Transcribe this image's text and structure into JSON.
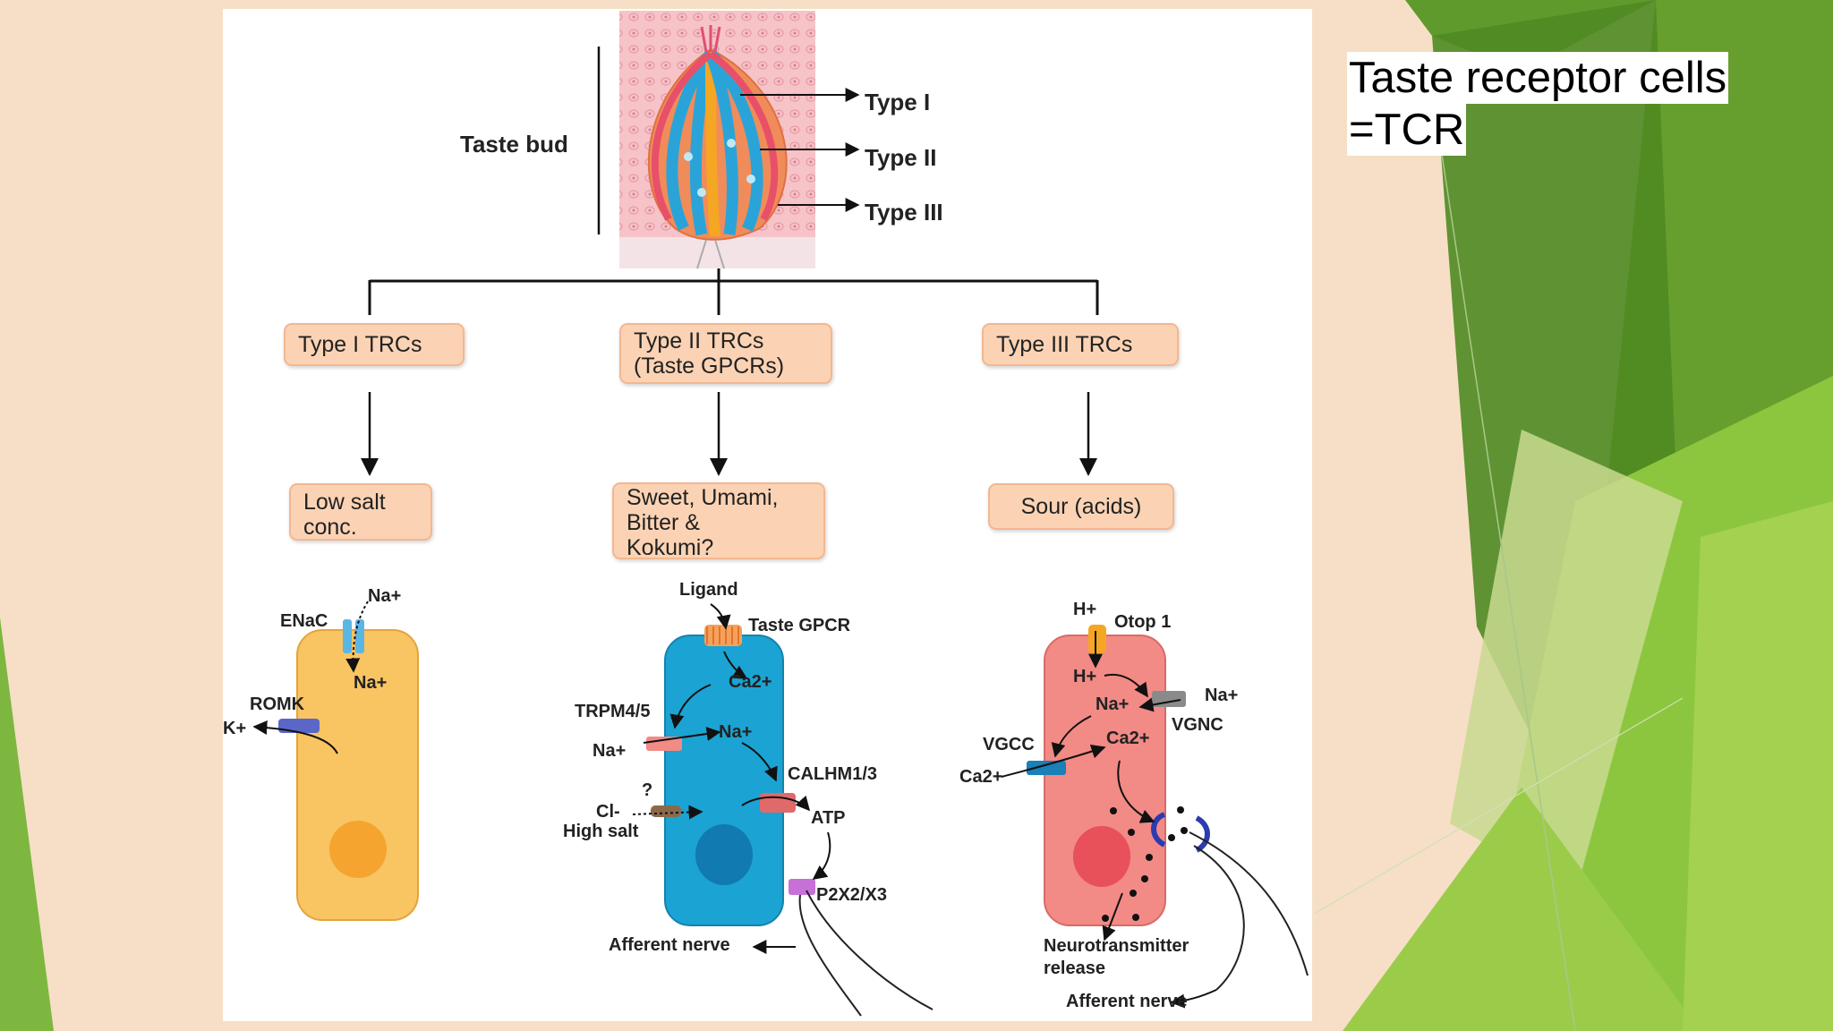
{
  "slide": {
    "title_line1": "Taste receptor cells",
    "title_line2": "=TCR"
  },
  "colors": {
    "background": "#f6dfc6",
    "accent_green": "#7ab33a",
    "box_fill": "#fbd3b4",
    "type1_cell": "#f9c462",
    "type2_cell": "#1ba3d3",
    "type3_cell": "#f28a86"
  },
  "taste_bud": {
    "label": "Taste bud",
    "type_labels": [
      "Type I",
      "Type II",
      "Type III"
    ]
  },
  "categories": [
    {
      "name_lines": [
        "Type I TRCs"
      ],
      "taste_lines": [
        "Low salt",
        "conc."
      ]
    },
    {
      "name_lines": [
        "Type II TRCs",
        "(Taste GPCRs)"
      ],
      "taste_lines": [
        "Sweet, Umami,",
        "Bitter &",
        "Kokumi?"
      ]
    },
    {
      "name_lines": [
        "Type III TRCs"
      ],
      "taste_lines": [
        "Sour (acids)"
      ]
    }
  ],
  "cell1": {
    "enac": "ENaC",
    "na_out": "Na+",
    "na_in": "Na+",
    "romk": "ROMK",
    "k": "K+"
  },
  "cell2": {
    "ligand": "Ligand",
    "gpcr": "Taste GPCR",
    "ca": "Ca2+",
    "trpm": "TRPM4/5",
    "na_out": "Na+",
    "na_in": "Na+",
    "calhm": "CALHM1/3",
    "question": "?",
    "cl": "Cl-",
    "high_salt": "High salt",
    "atp": "ATP",
    "p2x": "P2X2/X3",
    "afferent": "Afferent nerve"
  },
  "cell3": {
    "h_out": "H+",
    "otop": "Otop 1",
    "h_in": "H+",
    "na_out": "Na+",
    "na_in": "Na+",
    "vgnc": "VGNC",
    "vgcc": "VGCC",
    "ca_in": "Ca2+",
    "ca_out": "Ca2+",
    "nt_line1": "Neurotransmitter",
    "nt_line2": "release",
    "afferent": "Afferent nerve"
  }
}
